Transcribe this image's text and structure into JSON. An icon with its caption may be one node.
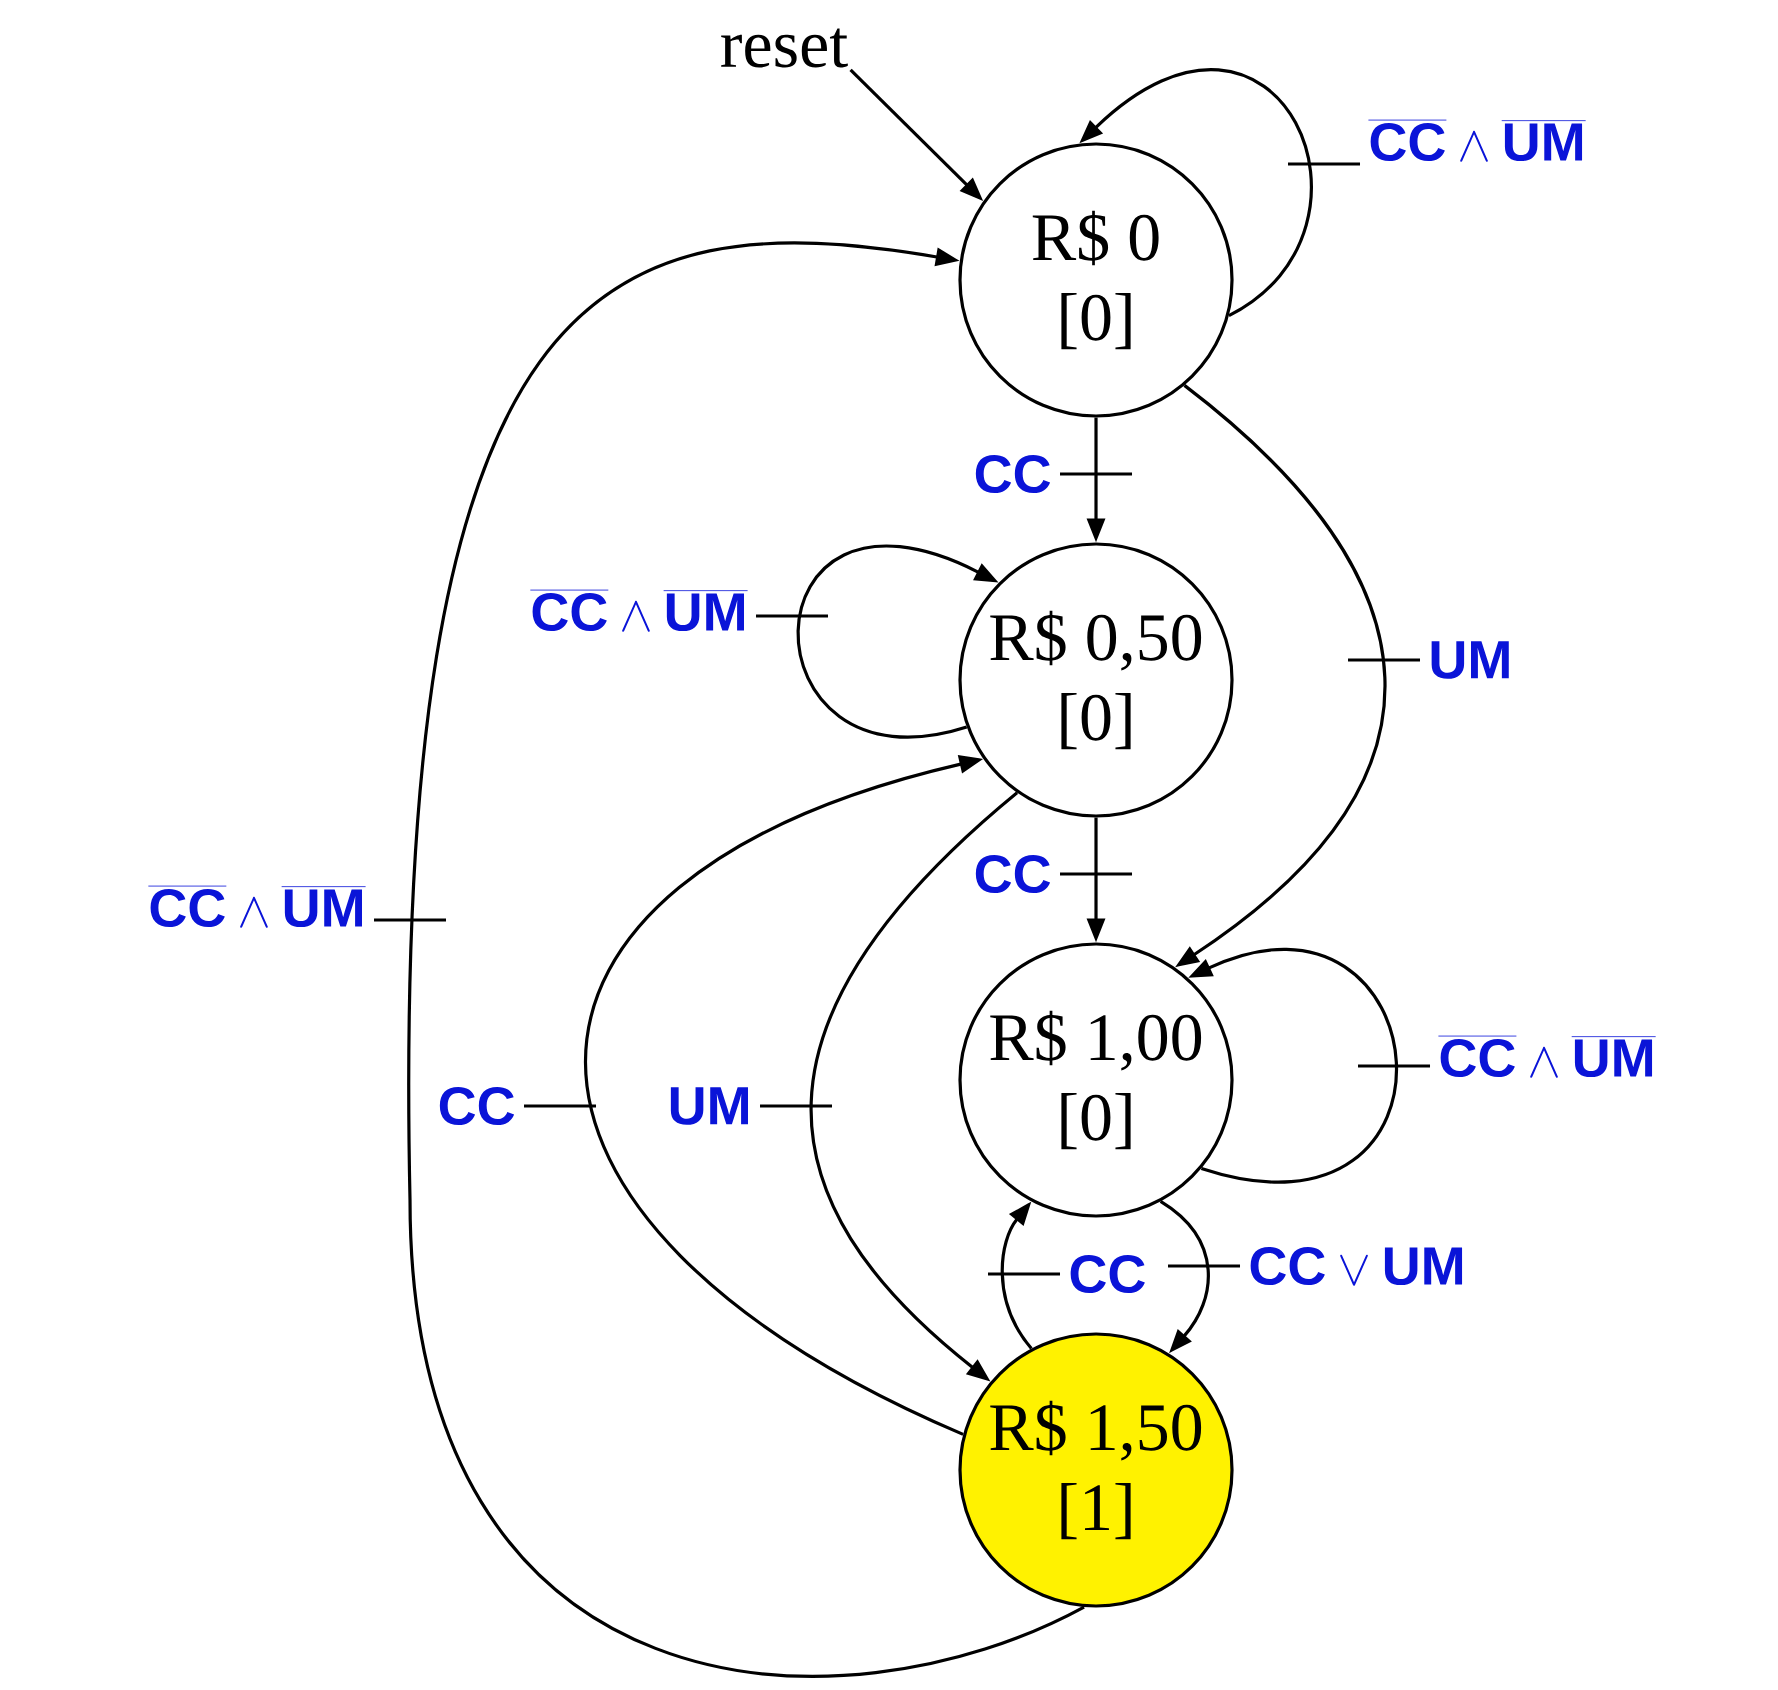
{
  "diagram": {
    "nodes": [
      {
        "text": [
          "reset"
        ]
      },
      {
        "text": [
          "R$ 0",
          "[0]"
        ]
      },
      {
        "text": [
          "R$ 0,50",
          "[0]"
        ]
      },
      {
        "text": [
          "R$ 1,00",
          "[0]"
        ]
      },
      {
        "text": [
          "R$ 1,50",
          "[1]"
        ]
      }
    ],
    "edges": [
      {
        "from": 0,
        "to": 1,
        "arrow": "to"
      },
      {
        "from": 1,
        "to": 1,
        "arrow": "to",
        "label": "\\overline{\\mbox{CC}}\\wedge\\overline{\\mbox{UM}}"
      },
      {
        "from": 1,
        "to": 2,
        "arrow": "to",
        "label": "\\mbox{CC}"
      },
      {
        "from": 1,
        "to": 3,
        "arrow": "to",
        "label": "\\mbox{UM}"
      },
      {
        "from": 2,
        "to": 2,
        "arrow": "to",
        "label": "\\overline{\\mbox{CC}}\\wedge\\overline{\\mbox{UM}}"
      },
      {
        "from": 2,
        "to": 3,
        "arrow": "to",
        "label": "\\mbox{CC}"
      },
      {
        "from": 2,
        "to": 4,
        "arrow": "to",
        "label": "\\mbox{UM}"
      },
      {
        "from": 4,
        "to": 2,
        "arrow": "to",
        "label": "\\mbox{CC}"
      },
      {
        "from": 3,
        "to": 3,
        "arrow": "to",
        "label": "\\overline{\\mbox{CC}}\\wedge\\overline{\\mbox{UM}}"
      },
      {
        "from": 3,
        "to": 4,
        "arrow": "to",
        "label": "\\mbox{CC}\\vee\\mbox{UM}"
      },
      {
        "from": 4,
        "to": 3,
        "arrow": "to",
        "label": "\\mbox{CC}"
      },
      {
        "from": 4,
        "to": 1,
        "arrow": "to",
        "label": "\\overline{\\mbox{CC}}\\wedge\\overline{\\mbox{UM}}"
      }
    ]
  }
}
